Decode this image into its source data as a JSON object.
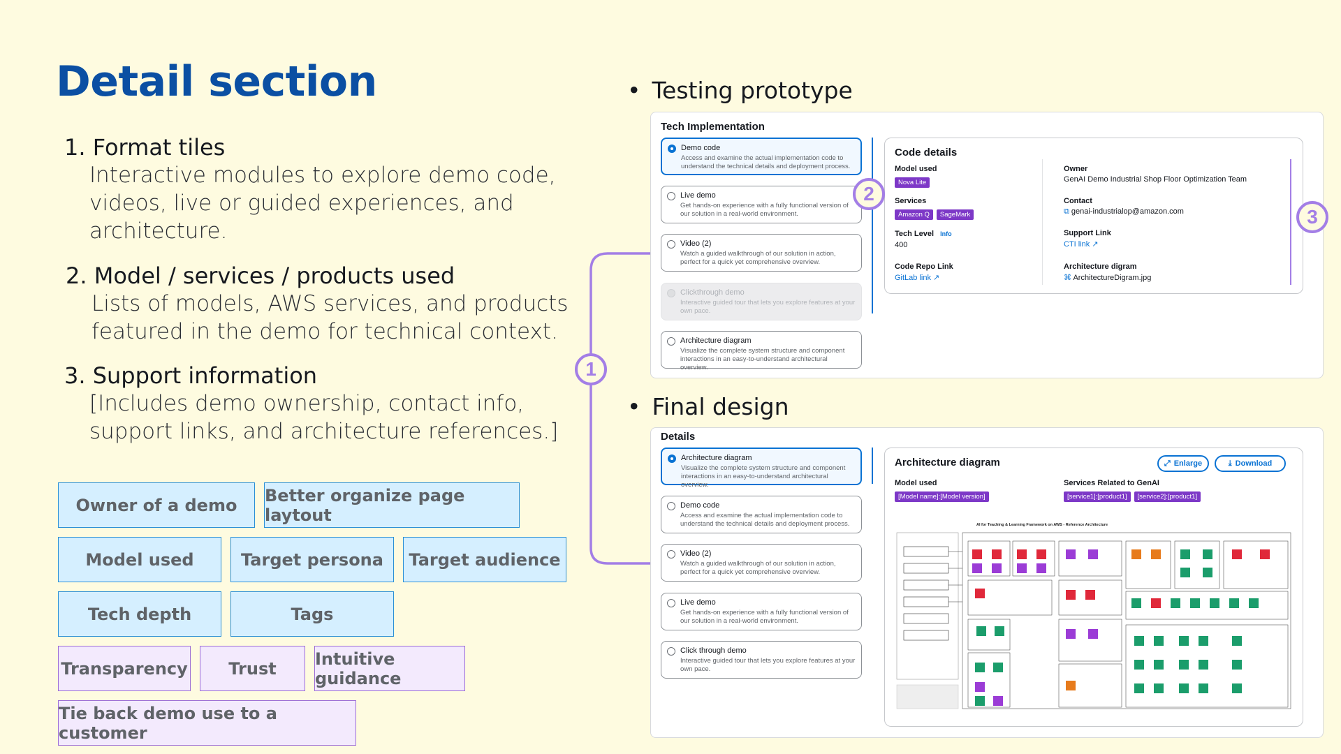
{
  "title": "Detail section",
  "sections": [
    {
      "num": "1.",
      "heading": "Format tiles",
      "lines": [
        "Interactive modules to explore demo code,",
        "videos, live or guided experiences, and",
        "architecture."
      ]
    },
    {
      "num": "2.",
      "heading": "Model / services / products used",
      "lines": [
        "Lists of models, AWS services, and products",
        "featured in the demo for technical context."
      ]
    },
    {
      "num": "3.",
      "heading": "Support information",
      "lines": [
        "[Includes demo ownership, contact info,",
        "support links, and architecture references.]"
      ]
    }
  ],
  "tags_blue": [
    "Owner of a demo",
    "Better organize page laytout",
    "Model used",
    "Target persona",
    "Target audience",
    "Tech depth",
    "Tags"
  ],
  "tags_purple": [
    "Transparency",
    "Trust",
    "Intuitive guidance",
    "Tie back demo use to a customer"
  ],
  "callouts": [
    "1",
    "2",
    "3"
  ],
  "testing": {
    "bullet": "Testing prototype",
    "panel_title": "Tech Implementation",
    "options": [
      {
        "title": "Demo code",
        "desc": "Access and examine the actual implementation code to understand the technical details and deployment process."
      },
      {
        "title": "Live demo",
        "desc": "Get hands-on experience with a fully functional version of our solution in a real-world environment."
      },
      {
        "title": "Video (2)",
        "desc": "Watch a guided walkthrough of our solution in action, perfect for a quick yet comprehensive overview."
      },
      {
        "title": "Clickthrough demo",
        "desc": "Interactive guided tour that lets you explore features at your own pace."
      },
      {
        "title": "Architecture diagram",
        "desc": "Visualize the complete system structure and component interactions in an easy-to-understand architectural overview."
      }
    ],
    "code": {
      "title": "Code details",
      "model_label": "Model used",
      "model_badge": "Nova Lite",
      "services_label": "Services",
      "services": [
        "Amazon Q",
        "SageMark"
      ],
      "tech_label": "Tech Level",
      "tech_info": "Info",
      "tech_value": "400",
      "repo_label": "Code Repo Link",
      "repo_link": "GitLab link",
      "owner_label": "Owner",
      "owner_value": "GenAI Demo Industrial Shop Floor Optimization Team",
      "contact_label": "Contact",
      "contact_value": "genai-industrialop@amazon.com",
      "support_label": "Support Link",
      "support_link": "CTI link",
      "arch_label": "Architecture digram",
      "arch_value": "ArchitectureDigram.jpg"
    }
  },
  "final": {
    "bullet": "Final design",
    "panel_title": "Details",
    "options": [
      {
        "title": "Architecture diagram",
        "desc": "Visualize the complete system structure and component interactions in an easy-to-understand architectural overview."
      },
      {
        "title": "Demo code",
        "desc": "Access and examine the actual implementation code to understand the technical details and deployment process."
      },
      {
        "title": "Video (2)",
        "desc": "Watch a guided walkthrough of our solution in action, perfect for a quick yet comprehensive overview."
      },
      {
        "title": "Live demo",
        "desc": "Get hands-on experience with a fully functional version of our solution in a real-world environment."
      },
      {
        "title": "Click through demo",
        "desc": "Interactive guided tour that lets you explore features at your own pace."
      }
    ],
    "arch": {
      "title": "Architecture diagram",
      "enlarge": "Enlarge",
      "download": "Download",
      "model_label": "Model used",
      "model_badge": "[Model name]:[Model version]",
      "services_label": "Services Related to GenAI",
      "services": [
        "[service1]:[product1]",
        "[service2]:[product1]"
      ],
      "diagram_title": "AI for Teaching & Learning Framework on AWS - Reference Architecture"
    }
  },
  "colors": {
    "bg": "#fefbe0",
    "title": "#0b4fa3",
    "accent": "#0972d3",
    "purple": "#7d38c7",
    "callout": "#a37ee6"
  }
}
